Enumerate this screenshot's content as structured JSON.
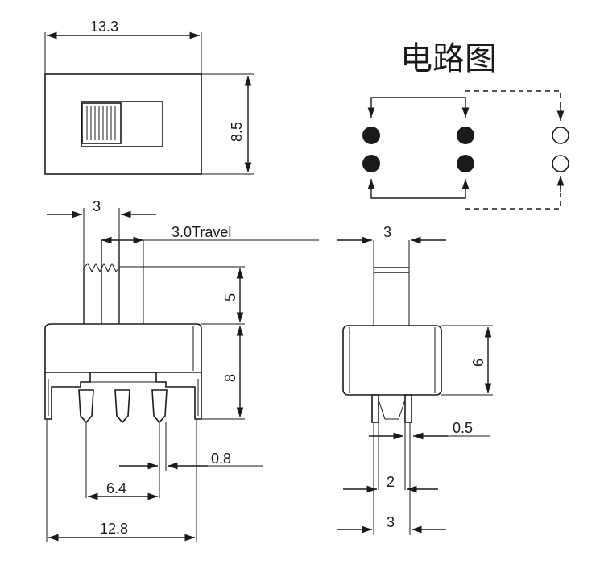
{
  "title": "电路图",
  "dims": {
    "top_width": "13.3",
    "top_height": "8.5",
    "knob_width": "3",
    "travel": "3.0Travel",
    "knob_height": "5",
    "body_height": "8",
    "pin_width": "0.8",
    "pin_pitch": "6.4",
    "overall_width": "12.8",
    "side_knob_width": "3",
    "side_body_height": "6",
    "pin_thickness": "0.5",
    "pin_spacing": "2",
    "pin_pitch_side": "3"
  },
  "colors": {
    "ink": "#1a1a1a",
    "paper": "#ffffff"
  }
}
